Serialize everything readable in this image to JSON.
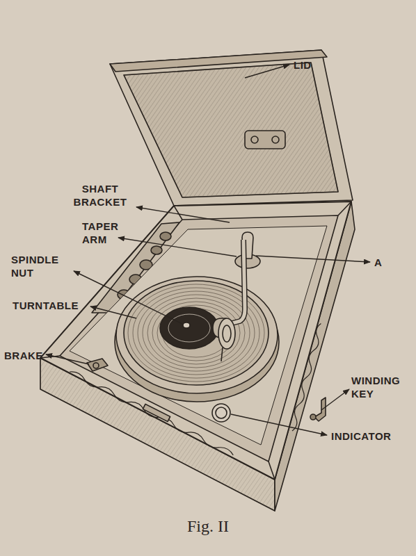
{
  "diagram": {
    "caption": "Fig. II",
    "labels": [
      "LID",
      "SHAFT BRACKET",
      "TAPER ARM",
      "SPINDLE NUT",
      "TURNTABLE",
      "BRAKE",
      "A",
      "WINDING KEY",
      "INDICATOR"
    ]
  }
}
